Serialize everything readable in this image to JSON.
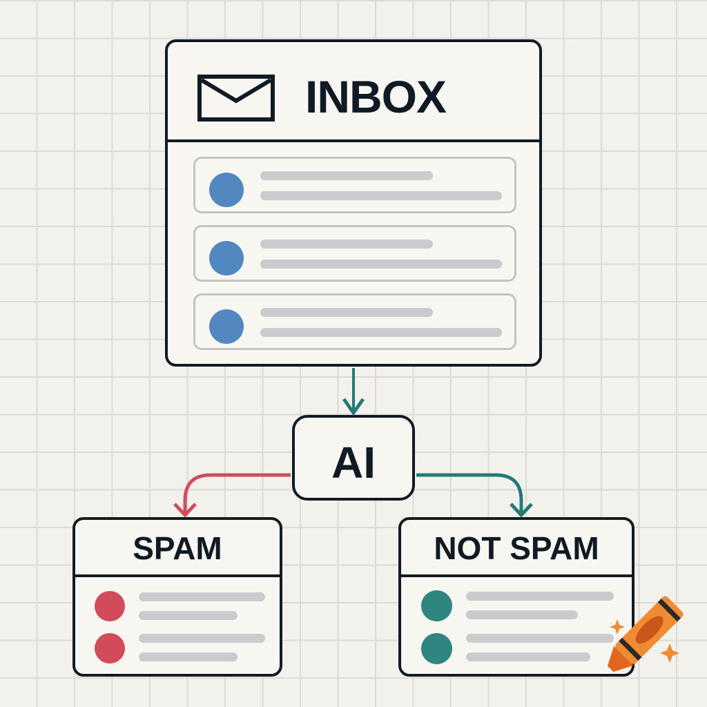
{
  "diagram": {
    "inbox": {
      "title": "INBOX",
      "icon": "envelope-icon",
      "messages": [
        {
          "dot_color": "#5287c0"
        },
        {
          "dot_color": "#5287c0"
        },
        {
          "dot_color": "#5287c0"
        }
      ]
    },
    "classifier": {
      "label": "AI"
    },
    "spam": {
      "title": "SPAM",
      "dot_color": "#d24b5a",
      "arrow_color": "#d24b5a",
      "messages": 2
    },
    "not_spam": {
      "title": "NOT SPAM",
      "dot_color": "#2f8580",
      "arrow_color": "#237a76",
      "messages": 2
    },
    "decoration": {
      "icon": "crayon-icon",
      "color": "#ee8a30"
    }
  },
  "colors": {
    "outline": "#111b24",
    "card_bg": "#f8f6f1",
    "grid_bg": "#f3f1ec",
    "grid_line": "#dcdad5",
    "placeholder_bar": "#c9cbcc",
    "inbox_dot": "#5287c0",
    "flow_arrow": "#237a76"
  }
}
